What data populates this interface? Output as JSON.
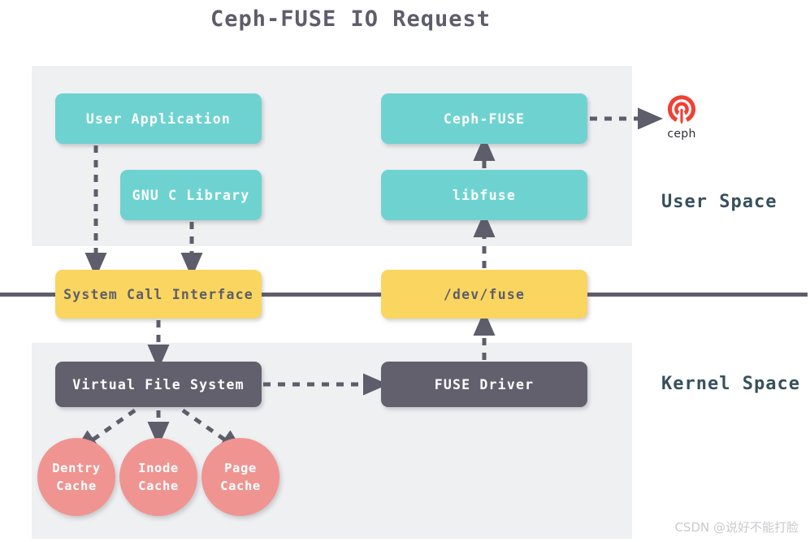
{
  "diagram": {
    "title": "Ceph-FUSE IO Request",
    "watermark": "CSDN @说好不能打脸",
    "colors": {
      "teal": "#6ed3d0",
      "yellow": "#fad55f",
      "dark": "#62606d",
      "salmon": "#f09491",
      "panel": "#eff0f2",
      "line": "#5e5d6b",
      "zone_label": "#37505c",
      "ceph_red": "#ef4136"
    },
    "zones": [
      {
        "id": "user-space",
        "label": "User Space"
      },
      {
        "id": "kernel-space",
        "label": "Kernel Space"
      }
    ],
    "nodes": [
      {
        "id": "user-application",
        "label": "User Application",
        "style": "teal",
        "zone": "user-space"
      },
      {
        "id": "gnu-c-library",
        "label": "GNU C Library",
        "style": "teal",
        "zone": "user-space"
      },
      {
        "id": "ceph-fuse",
        "label": "Ceph-FUSE",
        "style": "teal",
        "zone": "user-space"
      },
      {
        "id": "libfuse",
        "label": "libfuse",
        "style": "teal",
        "zone": "user-space"
      },
      {
        "id": "syscall",
        "label": "System Call Interface",
        "style": "yellow",
        "zone": "boundary"
      },
      {
        "id": "devfuse",
        "label": "/dev/fuse",
        "style": "yellow",
        "zone": "boundary"
      },
      {
        "id": "vfs",
        "label": "Virtual File System",
        "style": "dark",
        "zone": "kernel-space"
      },
      {
        "id": "fuse-driver",
        "label": "FUSE Driver",
        "style": "dark",
        "zone": "kernel-space"
      }
    ],
    "caches": [
      {
        "id": "dentry-cache",
        "line1": "Dentry",
        "line2": "Cache"
      },
      {
        "id": "inode-cache",
        "line1": "Inode",
        "line2": "Cache"
      },
      {
        "id": "page-cache",
        "line1": "Page",
        "line2": "Cache"
      }
    ],
    "logo": {
      "name": "ceph-logo",
      "label": "ceph"
    },
    "edges": [
      {
        "from": "user-application",
        "to": "syscall",
        "style": "dashed"
      },
      {
        "from": "gnu-c-library",
        "to": "syscall",
        "style": "dashed"
      },
      {
        "from": "syscall",
        "to": "vfs",
        "style": "dashed"
      },
      {
        "from": "vfs",
        "to": "fuse-driver",
        "style": "dashed"
      },
      {
        "from": "vfs",
        "to": "dentry-cache",
        "style": "dashed"
      },
      {
        "from": "vfs",
        "to": "inode-cache",
        "style": "dashed"
      },
      {
        "from": "vfs",
        "to": "page-cache",
        "style": "dashed"
      },
      {
        "from": "fuse-driver",
        "to": "devfuse",
        "style": "dashed"
      },
      {
        "from": "devfuse",
        "to": "libfuse",
        "style": "dashed"
      },
      {
        "from": "libfuse",
        "to": "ceph-fuse",
        "style": "dashed"
      },
      {
        "from": "ceph-fuse",
        "to": "ceph-logo",
        "style": "dashed"
      }
    ]
  }
}
